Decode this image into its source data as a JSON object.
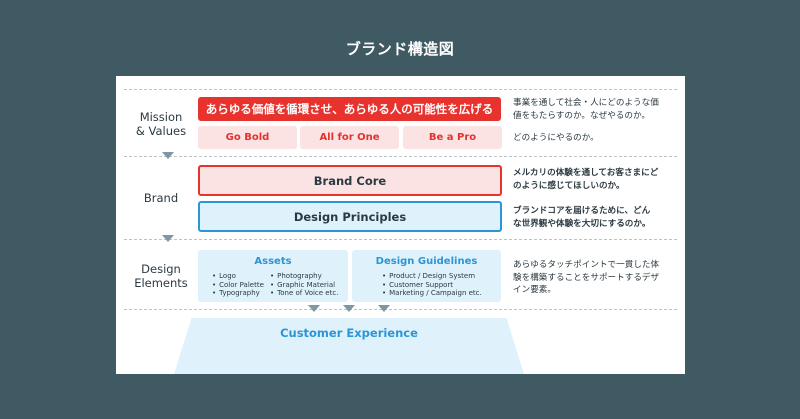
{
  "title": "ブランド構造図",
  "sections": {
    "mission_values": {
      "label_line1": "Mission",
      "label_line2": "& Values",
      "mission": "あらゆる価値を循環させ、あらゆる人の可能性を広げる",
      "values": [
        "Go Bold",
        "All for One",
        "Be a Pro"
      ],
      "desc_mission_line1": "事業を通して社会・人にどのような価",
      "desc_mission_line2": "値をもたらすのか。なぜやるのか。",
      "desc_values": "どのようにやるのか。"
    },
    "brand": {
      "label": "Brand",
      "core": "Brand Core",
      "principles": "Design Principles",
      "desc_core_line1": "メルカリの体験を通してお客さまにど",
      "desc_core_line2": "のように感じてほしいのか。",
      "desc_principles_line1": "ブランドコアを届けるために、どん",
      "desc_principles_line2": "な世界観や体験を大切にするのか。"
    },
    "design_elements": {
      "label_line1": "Design",
      "label_line2": "Elements",
      "assets": {
        "title": "Assets",
        "col1": [
          "Logo",
          "Color Palette",
          "Typography"
        ],
        "col2": [
          "Photography",
          "Graphic Material",
          "Tone of Voice etc."
        ]
      },
      "guidelines": {
        "title": "Design Guidelines",
        "items": [
          "Product / Design System",
          "Customer Support",
          "Marketing / Campaign etc."
        ]
      },
      "desc_line1": "あらゆるタッチポイントで一貫した体",
      "desc_line2": "験を構築することをサポートするデザ",
      "desc_line3": "イン要素。"
    },
    "customer_experience": {
      "label": "Customer Experience"
    }
  }
}
